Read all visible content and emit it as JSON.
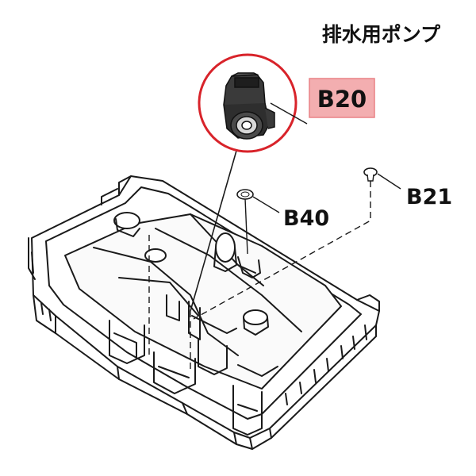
{
  "title": "排水用ポンプ",
  "labels": {
    "b20": "B20",
    "b21": "B21",
    "b40": "B40"
  },
  "colors": {
    "highlight_circle": "#d8232a",
    "highlight_box_fill": "#f3aeb0",
    "highlight_box_border": "#e98286",
    "line": "#1a1a1a"
  },
  "icons": {
    "drain_pump": "drain-pump-icon",
    "screw": "screw-icon",
    "rubber_cap": "rubber-cap-icon",
    "base_frame": "base-frame-icon"
  }
}
